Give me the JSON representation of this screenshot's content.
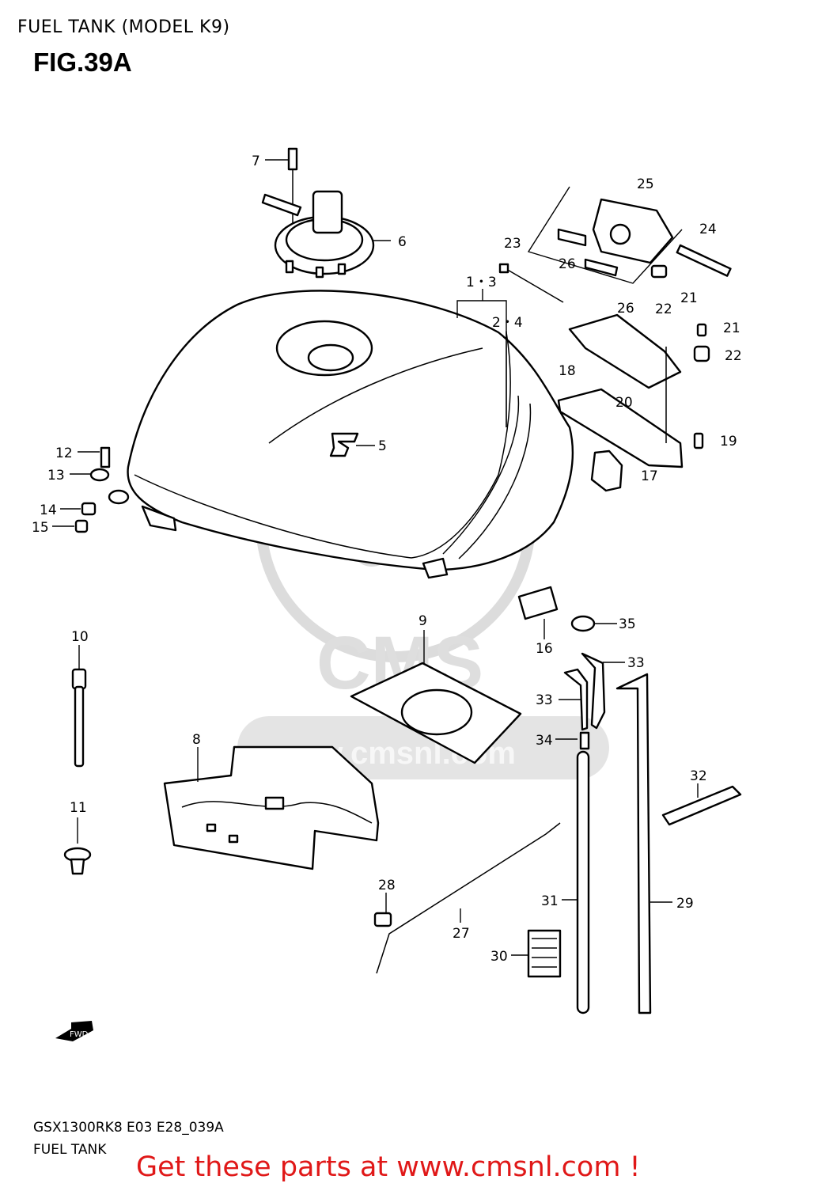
{
  "header": {
    "title": "FUEL TANK (MODEL K9)",
    "figure": "FIG.39A"
  },
  "watermark": {
    "text": "www.cmsnl.com",
    "logo": "CMS",
    "color": "#d9d9d9"
  },
  "callouts": [
    {
      "id": "c7",
      "text": "7"
    },
    {
      "id": "c6",
      "text": "6"
    },
    {
      "id": "c25",
      "text": "25"
    },
    {
      "id": "c24",
      "text": "24"
    },
    {
      "id": "c23",
      "text": "23"
    },
    {
      "id": "c26a",
      "text": "26"
    },
    {
      "id": "c26b",
      "text": "26"
    },
    {
      "id": "c22a",
      "text": "22"
    },
    {
      "id": "c21a",
      "text": "21"
    },
    {
      "id": "c1_3",
      "text": "1・3"
    },
    {
      "id": "c2_4",
      "text": "2・4"
    },
    {
      "id": "c21b",
      "text": "21"
    },
    {
      "id": "c22b",
      "text": "22"
    },
    {
      "id": "c18",
      "text": "18"
    },
    {
      "id": "c20",
      "text": "20"
    },
    {
      "id": "c19",
      "text": "19"
    },
    {
      "id": "c17",
      "text": "17"
    },
    {
      "id": "c5",
      "text": "5"
    },
    {
      "id": "c12",
      "text": "12"
    },
    {
      "id": "c13",
      "text": "13"
    },
    {
      "id": "c14",
      "text": "14"
    },
    {
      "id": "c15",
      "text": "15"
    },
    {
      "id": "c9",
      "text": "9"
    },
    {
      "id": "c16",
      "text": "16"
    },
    {
      "id": "c35",
      "text": "35"
    },
    {
      "id": "c33a",
      "text": "33"
    },
    {
      "id": "c33b",
      "text": "33"
    },
    {
      "id": "c34",
      "text": "34"
    },
    {
      "id": "c10",
      "text": "10"
    },
    {
      "id": "c8",
      "text": "8"
    },
    {
      "id": "c11",
      "text": "11"
    },
    {
      "id": "c32",
      "text": "32"
    },
    {
      "id": "c28",
      "text": "28"
    },
    {
      "id": "c27",
      "text": "27"
    },
    {
      "id": "c31",
      "text": "31"
    },
    {
      "id": "c29",
      "text": "29"
    },
    {
      "id": "c30",
      "text": "30"
    }
  ],
  "fwd_badge": "FWD",
  "footer": {
    "code": "GSX1300RK8 E03 E28_039A",
    "name": "FUEL TANK"
  },
  "promo": {
    "text": "Get these parts at www.cmsnl.com !",
    "color": "#e01818"
  }
}
